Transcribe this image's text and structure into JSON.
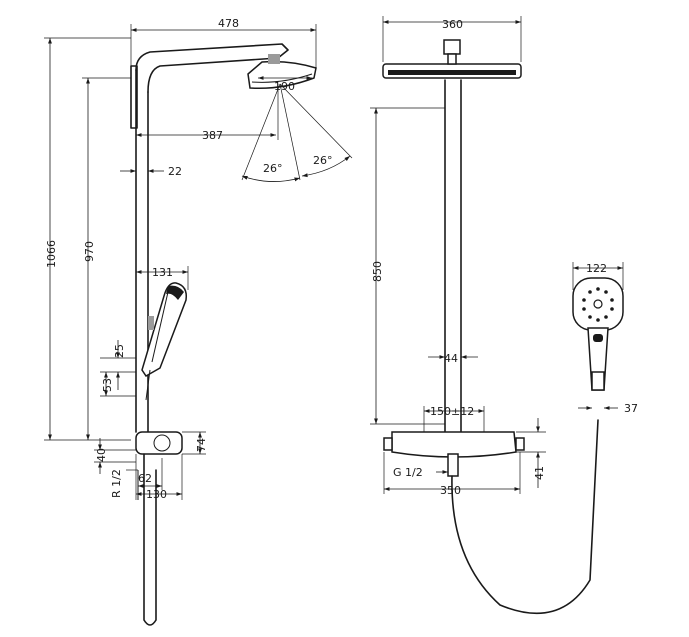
{
  "side_view": {
    "overall_width": "478",
    "overall_height": "1066",
    "riser_height": "970",
    "arm_reach": "387",
    "head_width": "190",
    "head_tilt_1": "26°",
    "head_tilt_2": "26°",
    "rail_offset": "22",
    "handshower_projection": "131",
    "dim_25": "25",
    "dim_53": "53",
    "dim_40": "40",
    "dim_74": "74",
    "thread": "R 1/2",
    "dim_62": "62",
    "dim_130": "130"
  },
  "front_view": {
    "head_width": "360",
    "height_850": "850",
    "rail_width": "44",
    "center_distance": "150±12",
    "dim_41": "41",
    "thread": "G 1/2",
    "thermostat_width": "350"
  },
  "hand_shower": {
    "width": "122",
    "handle_dim": "37"
  }
}
